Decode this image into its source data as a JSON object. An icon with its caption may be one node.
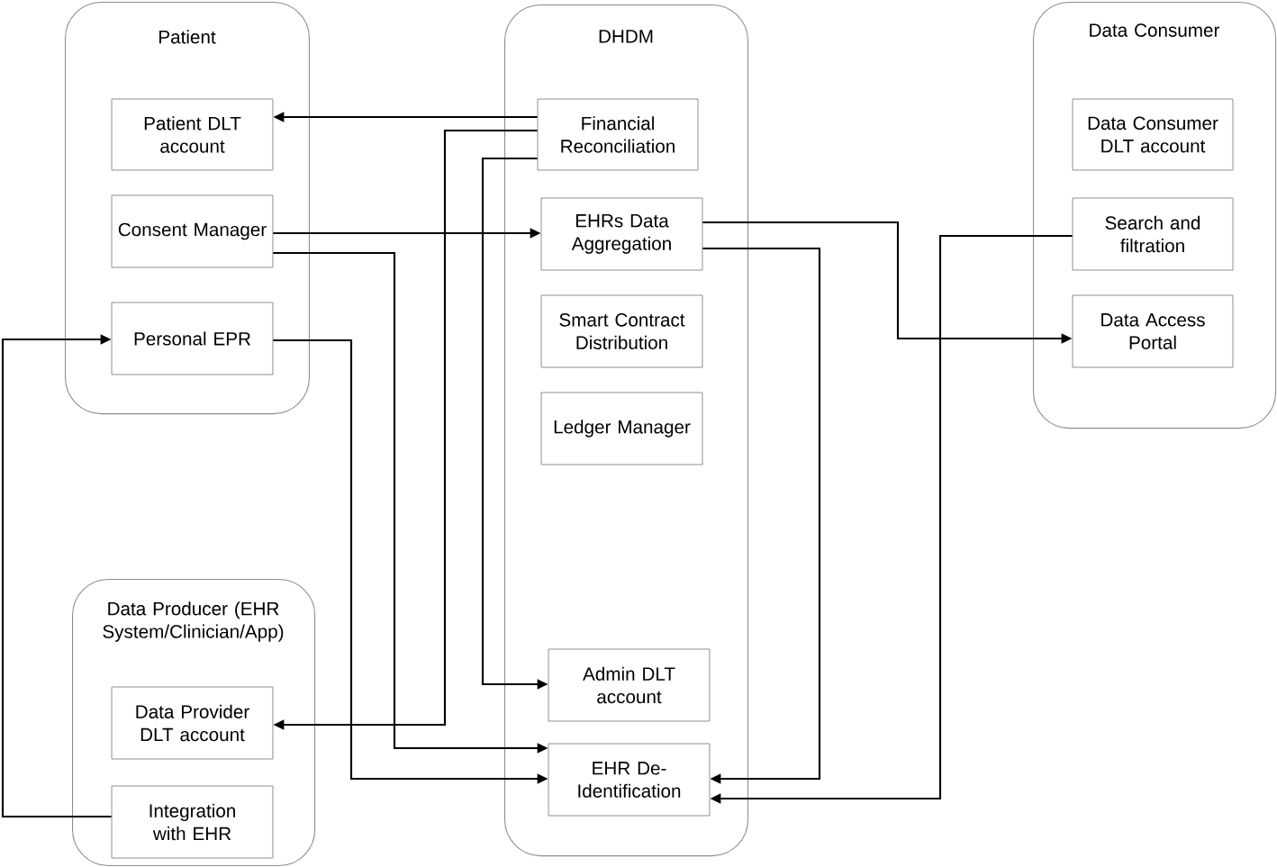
{
  "diagram": {
    "nodes": [
      {
        "text": [
          "Patient"
        ]
      },
      {
        "text": [
          "Patient DLT account"
        ],
        "in": 0
      },
      {
        "text": [
          "Consent Manager"
        ],
        "in": 0
      },
      {
        "text": [
          "Personal EPR"
        ],
        "in": 0
      },
      {
        "text": [
          "DHDM"
        ]
      },
      {
        "text": [
          "Financial Reconciliation"
        ],
        "in": 4
      },
      {
        "text": [
          "EHRs Data Aggregation"
        ],
        "in": 4
      },
      {
        "text": [
          "Smart Contract Distribution"
        ],
        "in": 4
      },
      {
        "text": [
          "Ledger Manager"
        ],
        "in": 4
      },
      {
        "text": [
          "Admin DLT account"
        ],
        "in": 4
      },
      {
        "text": [
          "EHR De-Identification"
        ],
        "in": 4
      },
      {
        "text": [
          "Data Consumer"
        ]
      },
      {
        "text": [
          "Data Consumer DLT account"
        ],
        "in": 11
      },
      {
        "text": [
          "Search and filtration"
        ],
        "in": 11
      },
      {
        "text": [
          "Data Access Portal"
        ],
        "in": 11
      },
      {
        "text": [
          "Data Producer (EHR System/Clinician/App)"
        ]
      },
      {
        "text": [
          "Data Provider DLT account"
        ],
        "in": 15
      },
      {
        "text": [
          "Integration with EHR"
        ],
        "in": 15
      }
    ],
    "edges": [
      {
        "from": 5,
        "to": 1,
        "arrow": "to"
      },
      {
        "from": 5,
        "to": 16,
        "arrow": "to"
      },
      {
        "from": 5,
        "to": 9,
        "arrow": "to"
      },
      {
        "from": 2,
        "to": 6,
        "arrow": "to"
      },
      {
        "from": 2,
        "to": 10,
        "arrow": "to"
      },
      {
        "from": 3,
        "to": 10,
        "arrow": "to"
      },
      {
        "from": 6,
        "to": 14,
        "arrow": "to"
      },
      {
        "from": 6,
        "to": 10,
        "arrow": "to"
      },
      {
        "from": 13,
        "to": 10,
        "arrow": "to"
      },
      {
        "from": 17,
        "to": 3,
        "arrow": "to"
      }
    ]
  }
}
